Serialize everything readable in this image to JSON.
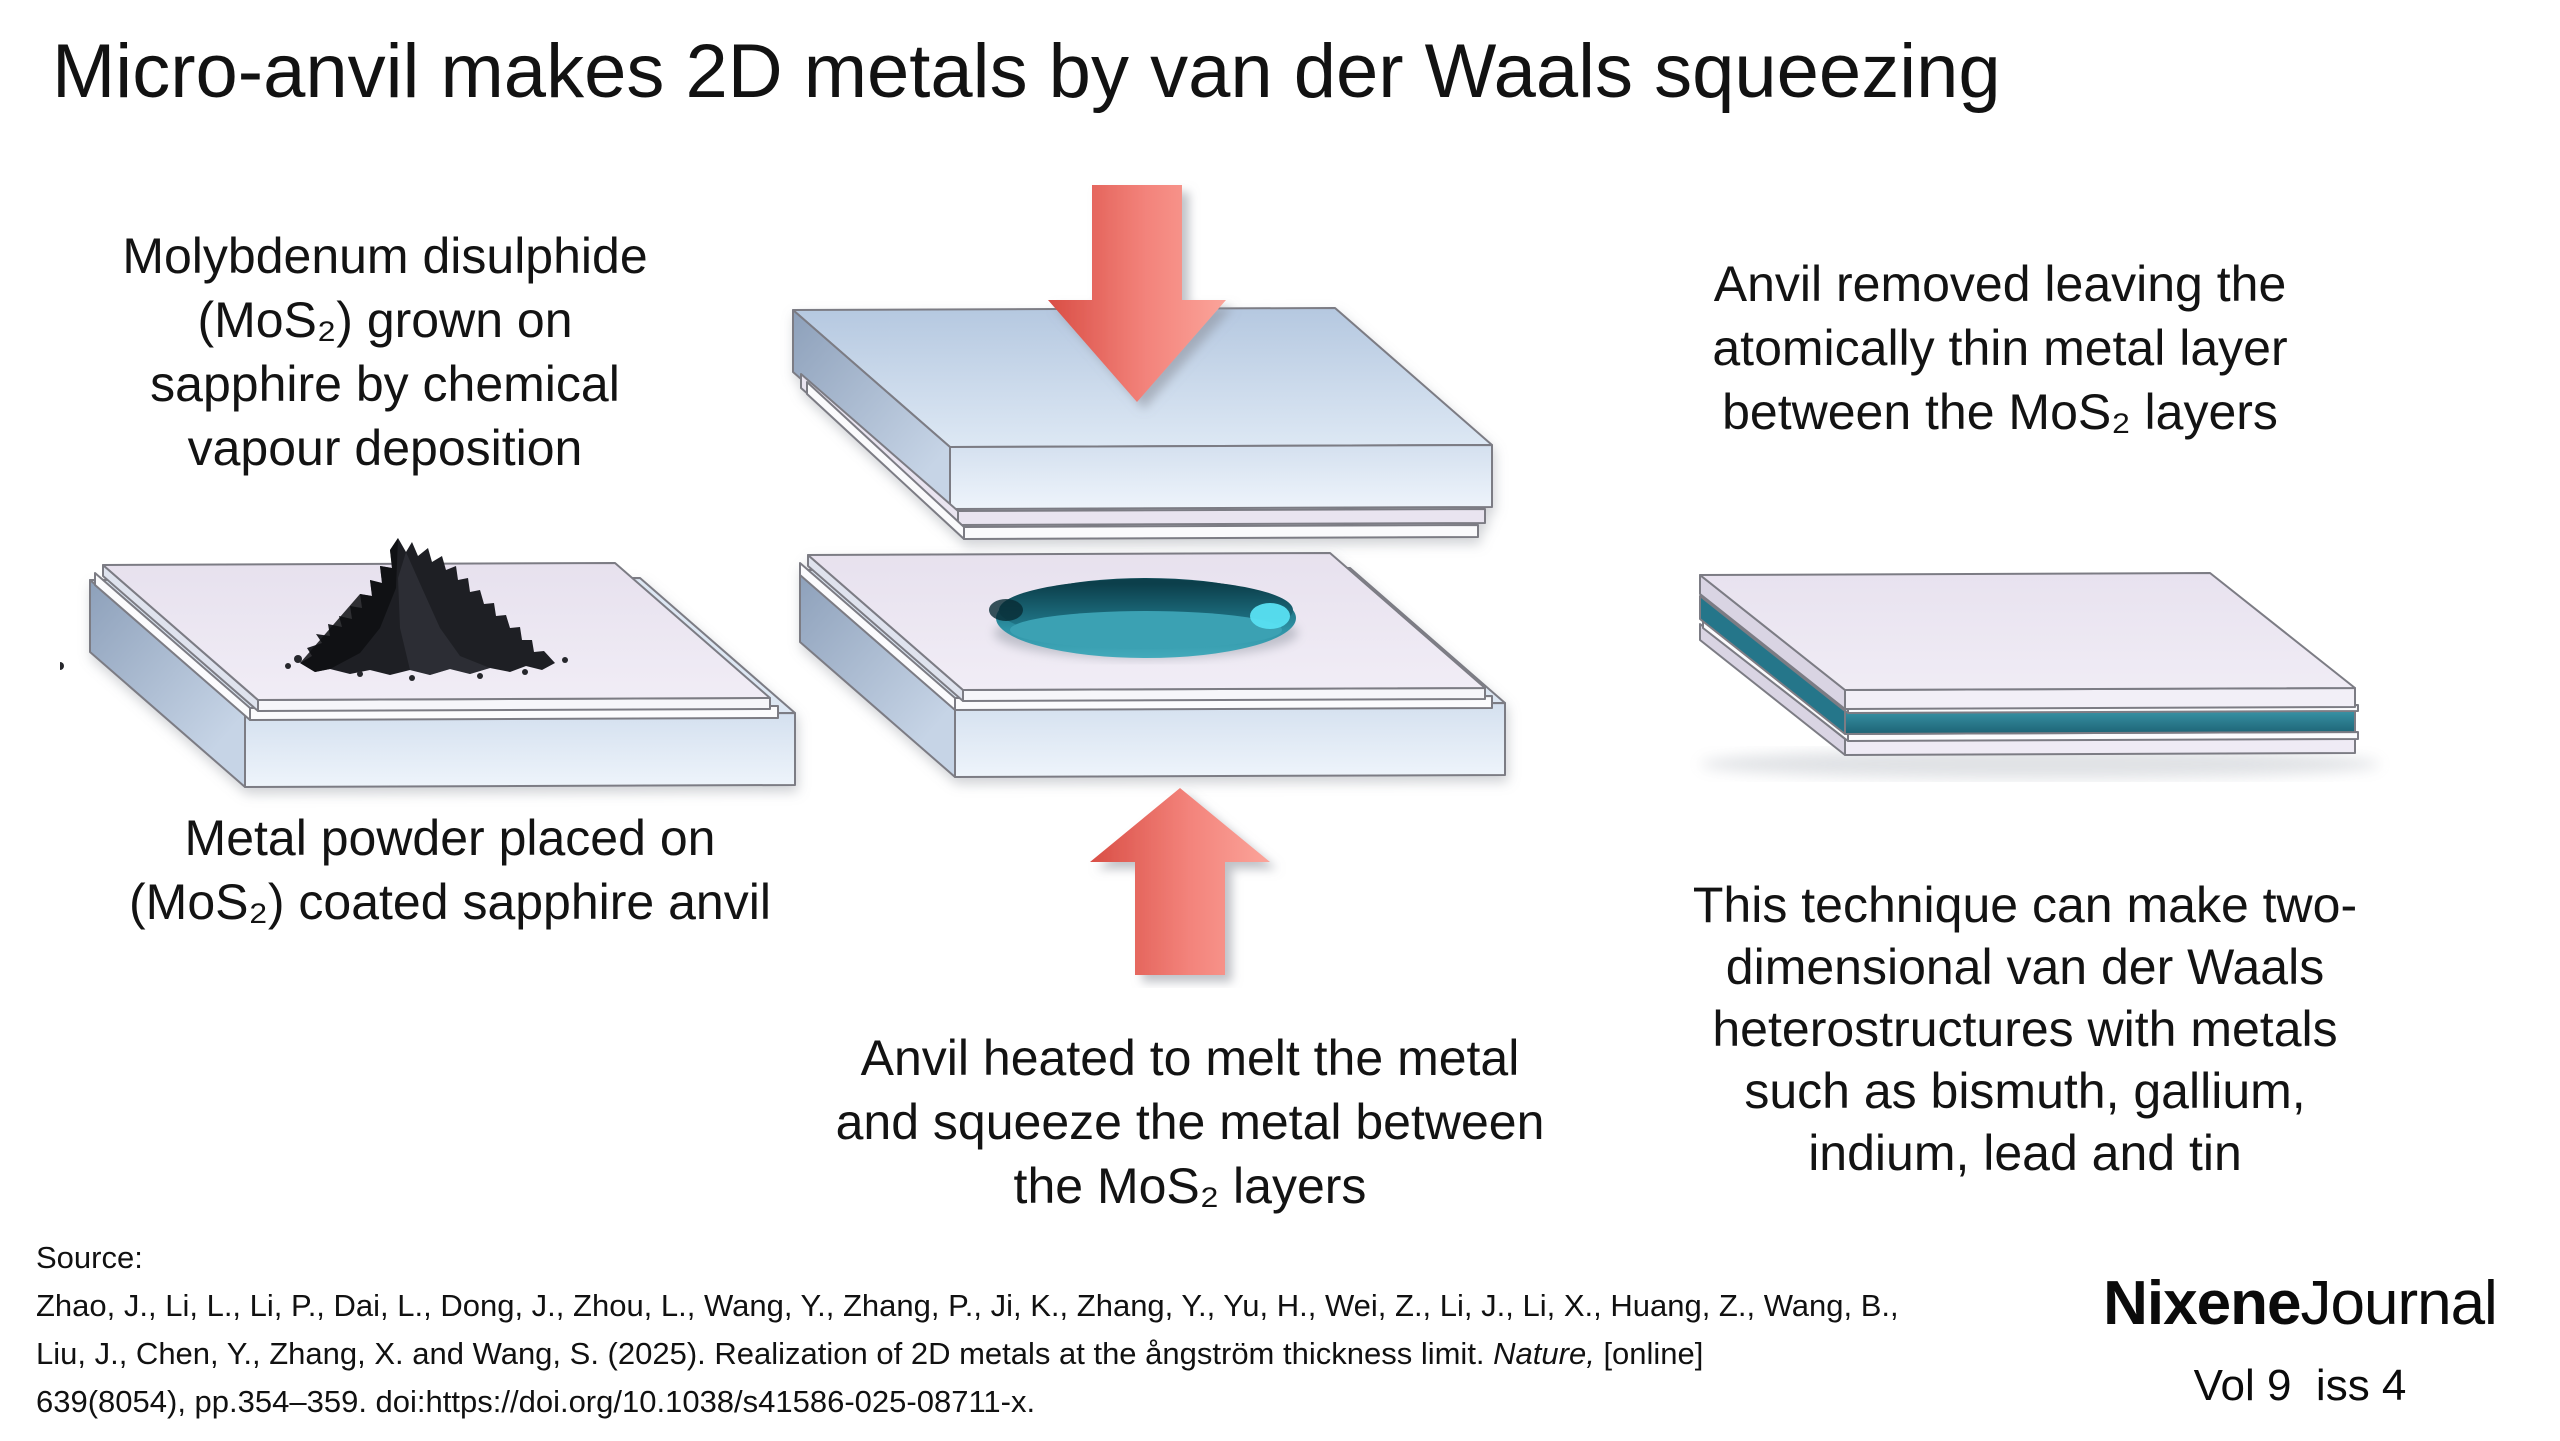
{
  "title": "Micro-anvil makes 2D metals by van der Waals squeezing",
  "steps": {
    "left": {
      "top_text": [
        "Molybdenum disulphide",
        "(MoS₂) grown on",
        "sapphire by chemical",
        "vapour deposition"
      ],
      "caption": [
        "Metal powder placed on",
        "(MoS₂) coated sapphire anvil"
      ]
    },
    "center": {
      "caption": [
        "Anvil heated to melt the metal",
        "and squeeze the metal between",
        "the MoS₂ layers"
      ]
    },
    "right": {
      "top_text": [
        "Anvil removed leaving the",
        "atomically thin metal layer",
        "between the MoS₂ layers"
      ],
      "bottom_text": [
        "This technique can make two-",
        "dimensional van der Waals",
        "heterostructures with metals",
        "such as bismuth, gallium,",
        "indium, lead and tin"
      ]
    }
  },
  "source": {
    "label": "Source:",
    "line1": "Zhao, J., Li, L., Li, P., Dai, L., Dong, J., Zhou, L., Wang, Y., Zhang, P., Ji, K., Zhang, Y., Yu, H., Wei, Z., Li, J., Li, X., Huang, Z., Wang, B.,",
    "line2_pre": "Liu, J., Chen, Y., Zhang, X. and Wang, S. (2025). Realization of 2D metals at the ångström thickness limit. ",
    "line2_italic": "Nature,",
    "line2_post": " [online]",
    "line3": "639(8054), pp.354–359. doi:https://doi.org/10.1038/s41586-025-08711-x."
  },
  "journal": {
    "name_bold": "Nixene",
    "name_regular": "Journal",
    "volume": "Vol 9  iss 4"
  },
  "icons": {
    "press_down": "press-down-arrow",
    "press_up": "press-up-arrow"
  },
  "colors": {
    "accent_arrow": "#f0766d",
    "metal_teal": "#2b8da0",
    "slab_blue": "#ccdcee",
    "wafer_lavender": "#ebe6f2",
    "powder_black": "#1e1f24"
  }
}
